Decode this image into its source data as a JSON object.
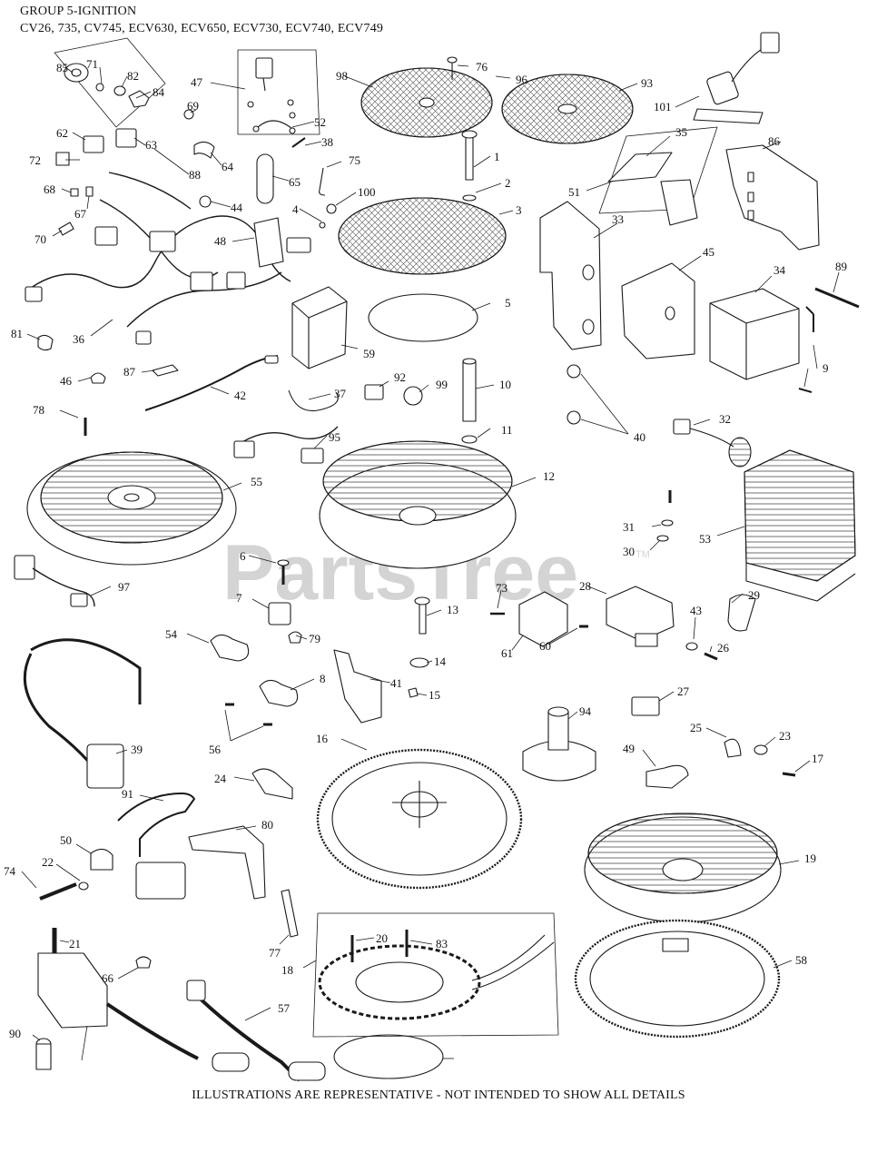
{
  "header": {
    "group": "GROUP 5-IGNITION",
    "models": "CV26, 735, CV745, ECV630, ECV650, ECV730, ECV740, ECV749"
  },
  "footer": {
    "note": "ILLUSTRATIONS ARE REPRESENTATIVE - NOT INTENDED TO SHOW ALL DETAILS"
  },
  "watermark": {
    "text": "PartsTree",
    "tm": "TM"
  },
  "colors": {
    "line": "#1a1a1a",
    "watermark": "#d4d4d4",
    "part_fill": "#ffffff",
    "mesh": "#555555"
  },
  "callouts": [
    "85",
    "71",
    "82",
    "84",
    "47",
    "76",
    "96",
    "98",
    "93",
    "101",
    "69",
    "52",
    "62",
    "63",
    "38",
    "72",
    "64",
    "75",
    "88",
    "68",
    "65",
    "44",
    "100",
    "67",
    "4",
    "1",
    "2",
    "35",
    "86",
    "51",
    "70",
    "48",
    "3",
    "33",
    "45",
    "34",
    "89",
    "36",
    "81",
    "5",
    "59",
    "9",
    "46",
    "87",
    "42",
    "37",
    "92",
    "99",
    "10",
    "78",
    "40",
    "32",
    "11",
    "95",
    "55",
    "12",
    "53",
    "30",
    "31",
    "6",
    "97",
    "28",
    "29",
    "73",
    "7",
    "13",
    "43",
    "26",
    "54",
    "79",
    "61",
    "60",
    "14",
    "41",
    "8",
    "15",
    "27",
    "94",
    "16",
    "56",
    "24",
    "25",
    "23",
    "49",
    "17",
    "39",
    "91",
    "80",
    "19",
    "50",
    "74",
    "22",
    "21",
    "77",
    "20",
    "83",
    "18",
    "58",
    "66",
    "57",
    "90"
  ]
}
